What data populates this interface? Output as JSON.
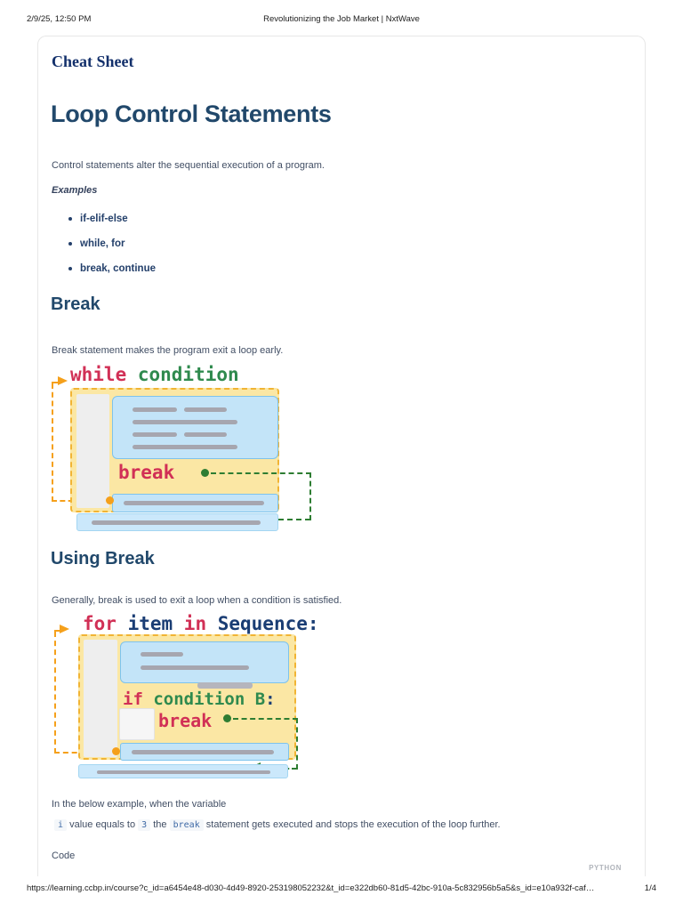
{
  "print": {
    "timestamp": "2/9/25, 12:50 PM",
    "document_title": "Revolutionizing the Job Market | NxtWave",
    "url": "https://learning.ccbp.in/course?c_id=a6454e48-d030-4d49-8920-253198052232&t_id=e322db60-81d5-42bc-910a-5c832956b5a5&s_id=e10a932f-caf…",
    "page_indicator": "1/4"
  },
  "content": {
    "kicker": "Cheat Sheet",
    "title": "Loop Control Statements",
    "intro": "Control statements alter the sequential execution of a program.",
    "examples_label": "Examples",
    "examples": [
      "if-elif-else",
      "while, for",
      "break, continue"
    ],
    "break_section": {
      "heading": "Break",
      "description": "Break statement makes the program exit a loop early."
    },
    "using_break_section": {
      "heading": "Using Break",
      "description": "Generally, break is used to exit a loop when a condition is satisfied."
    },
    "note_line1": "In the below example, when the variable",
    "note": {
      "code_i": "i",
      "t1": "value equals to",
      "code_3": "3",
      "t2": "the",
      "code_break": "break",
      "t3": "statement gets executed and stops the execution of the loop further."
    },
    "code_label": "Code",
    "code_lang": "PYTHON"
  },
  "diagram_while": {
    "kw_while": "while",
    "condition": " condition",
    "break_kw": "break"
  },
  "diagram_for": {
    "kw_for": "for",
    "item": " item",
    "kw_in": " in",
    "sequence": " Sequence:",
    "kw_if": "if",
    "condition_b": " condition B",
    "colon": ":",
    "break_kw": "break"
  },
  "colors": {
    "keyword_red": "#d13056",
    "keyword_green": "#2f8a4e",
    "keyword_navy": "#1a3d74",
    "loop_orange": "#f5a01b",
    "arrow_green": "#2e7d32",
    "yellow_fill": "#fbe7a4",
    "yellow_border": "#f1b434",
    "blue_fill": "#c3e4f8",
    "heading_color": "#21486b",
    "kicker_color": "#13306b"
  }
}
